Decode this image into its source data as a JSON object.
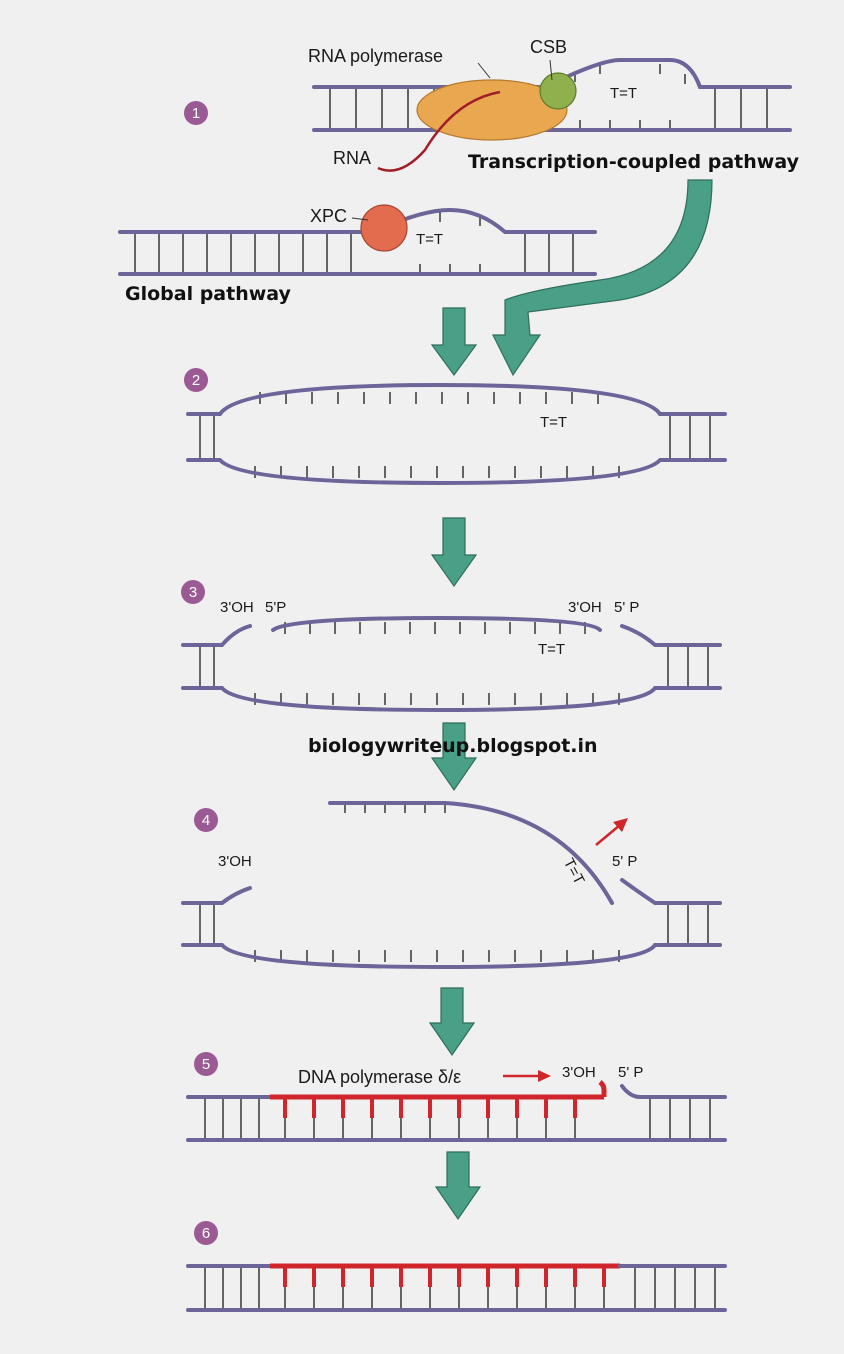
{
  "labels": {
    "rna_polymerase": "RNA polymerase",
    "csb": "CSB",
    "rna": "RNA",
    "transcription_coupled": "Transcription-coupled pathway",
    "xpc": "XPC",
    "global_pathway": "Global pathway",
    "dimer": "T=T",
    "oh3": "3'OH",
    "p5_a": "5'P",
    "p5_b": "5' P",
    "watermark": "biologywriteup.blogspot.in",
    "dna_polymerase": "DNA polymerase δ/ε"
  },
  "steps": [
    "1",
    "2",
    "3",
    "4",
    "5",
    "6"
  ],
  "colors": {
    "strand": "#6b6599",
    "new_strand": "#d0262b",
    "arrow": "#4a9f87",
    "step_dot": "#9b5a93",
    "rna_polymerase": "#e9a850",
    "csb": "#8fb04d",
    "xpc": "#e36c4e"
  }
}
